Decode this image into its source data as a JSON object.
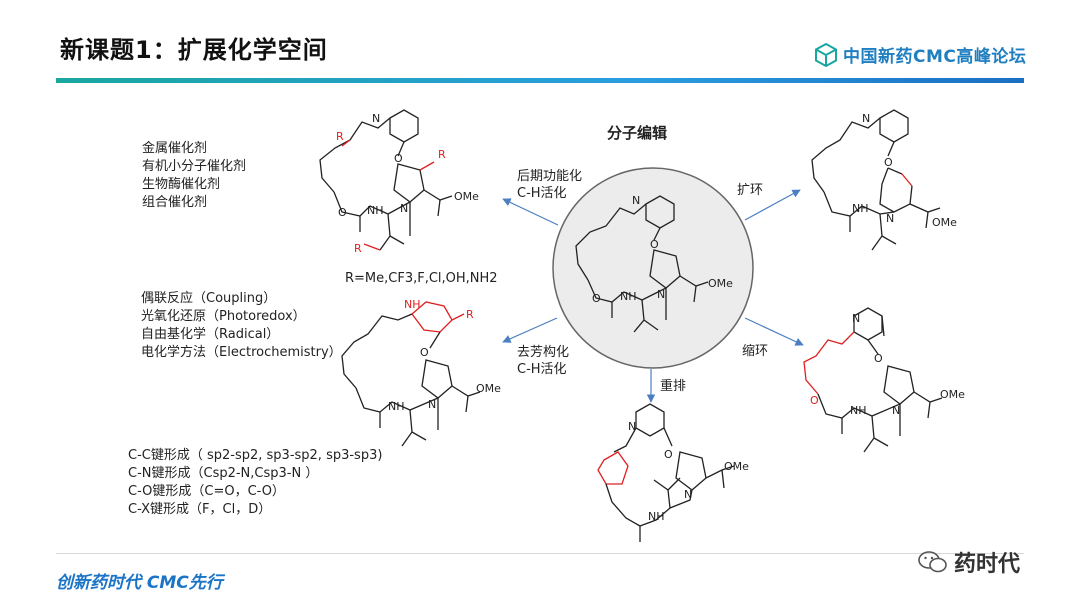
{
  "title": "新课题1：扩展化学空间",
  "logo": {
    "text": "中国新药CMC高峰论坛",
    "icon": "cube-logo-icon"
  },
  "slogan": "创新药时代 CMC先行",
  "watermark": "药时代",
  "center": {
    "title": "分子编辑"
  },
  "catalysis_list": [
    "金属催化剂",
    "有机小分子催化剂",
    "生物酶催化剂",
    "组合催化剂"
  ],
  "r_groups": "R=Me,CF3,F,Cl,OH,NH2",
  "reaction_list": [
    "偶联反应（Coupling）",
    "光氧化还原（Photoredox）",
    "自由基化学（Radical）",
    "电化学方法（Electrochemistry）"
  ],
  "bond_list": [
    "C-C键形成（ sp2-sp2, sp3-sp2, sp3-sp3)",
    "C-N键形成（Csp2-N,Csp3-N ）",
    "C-O键形成（C=O，C-O）",
    "C-X键形成（F，Cl，D）"
  ],
  "arrows": {
    "late_stage": [
      "后期功能化",
      "C-H活化"
    ],
    "ring_expansion": "扩环",
    "dearomatization": [
      "去芳构化",
      "C-H活化"
    ],
    "ring_contraction": "缩环",
    "rearrangement": "重排"
  },
  "atom_labels": {
    "N": "N",
    "O": "O",
    "NH": "NH",
    "OMe": "OMe",
    "R": "R"
  },
  "colors": {
    "accent": "#2a9de0",
    "red": "#e02020",
    "arrow": "#4a7fc1",
    "circle": "#e6e6e6"
  }
}
